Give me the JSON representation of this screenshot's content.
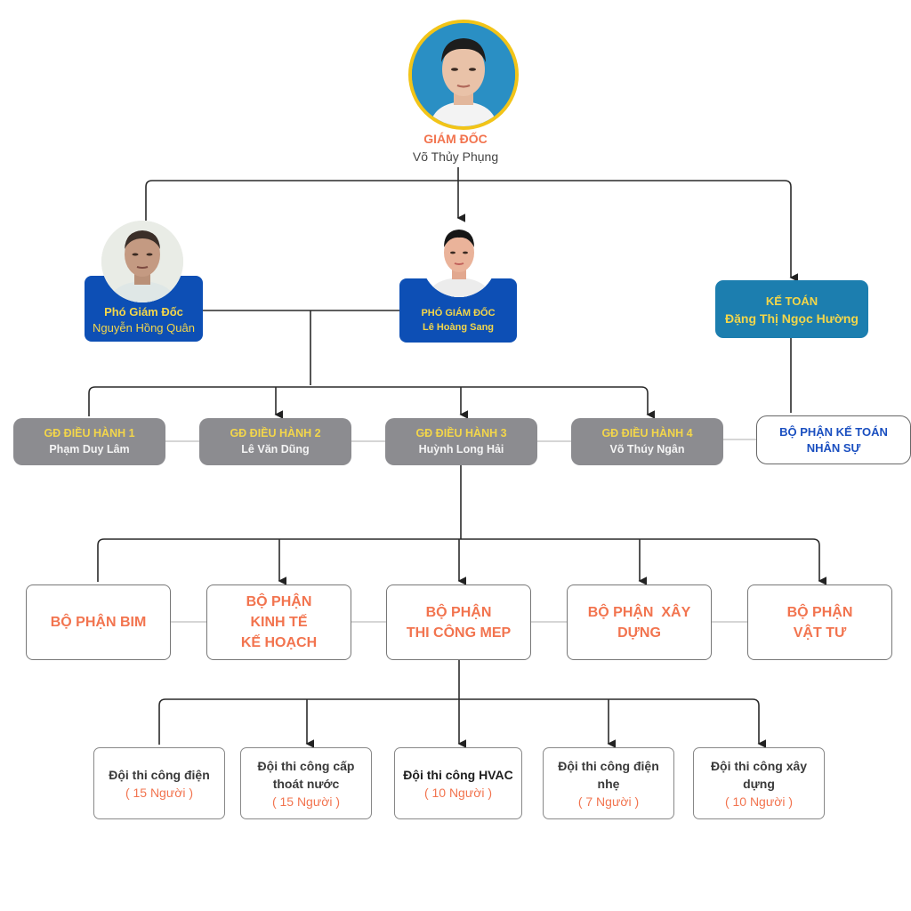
{
  "director": {
    "title": "GIÁM ĐỐC",
    "name": "Võ Thủy Phụng",
    "photo": "portrait-photo"
  },
  "deputies": [
    {
      "title": "Phó Giám Đốc",
      "name": "Nguyễn Hồng Quân",
      "photo": "portrait-photo"
    },
    {
      "title": "PHÓ GIÁM ĐỐC",
      "name": "Lê Hoàng Sang",
      "photo": "portrait-photo"
    }
  ],
  "accountant": {
    "title": "KẾ TOÁN",
    "name": "Đặng Thị Ngọc Hường"
  },
  "executives": [
    {
      "title": "GĐ ĐIỀU HÀNH 1",
      "name": "Phạm Duy Lâm"
    },
    {
      "title": "GĐ ĐIỀU HÀNH 2",
      "name": "Lê Văn Dũng"
    },
    {
      "title": "GĐ ĐIỀU HÀNH 3",
      "name": "Huỳnh Long Hải"
    },
    {
      "title": "GĐ ĐIỀU HÀNH 4",
      "name": "Võ Thúy Ngân"
    }
  ],
  "hr_department": {
    "line1": "BỘ PHẬN KẾ TOÁN",
    "line2": "NHÂN SỰ"
  },
  "departments": [
    {
      "lines": [
        "BỘ PHẬN BIM"
      ]
    },
    {
      "lines": [
        "BỘ PHẬN",
        "KINH TẾ",
        "KẾ HOẠCH"
      ]
    },
    {
      "lines": [
        "BỘ PHẬN",
        "THI CÔNG MEP"
      ]
    },
    {
      "lines": [
        "BỘ PHẬN  XÂY",
        "DỰNG"
      ]
    },
    {
      "lines": [
        "BỘ PHẬN",
        "VẬT TƯ"
      ]
    }
  ],
  "teams": [
    {
      "lines": [
        "Đội thi công điện"
      ],
      "count": "( 15 Người )"
    },
    {
      "lines": [
        "Đội thi công cấp",
        "thoát nước"
      ],
      "count": "( 15 Người )"
    },
    {
      "lines": [
        "Đội thi công HVAC"
      ],
      "count": "( 10 Người )"
    },
    {
      "lines": [
        "Đội thi công điện",
        "nhẹ"
      ],
      "count": "( 7 Người )"
    },
    {
      "lines": [
        "Đội thi công xây",
        "dựng"
      ],
      "count": "( 10 Người )"
    }
  ],
  "colors": {
    "accent_orange": "#f2744f",
    "title_yellow": "#f3d64a",
    "deputy_blue": "#0d4fb5",
    "accountant_teal": "#1c7eaf",
    "executive_gray": "#8c8c90",
    "hr_text_blue": "#1a4fc0",
    "director_ring": "#f2c418"
  }
}
